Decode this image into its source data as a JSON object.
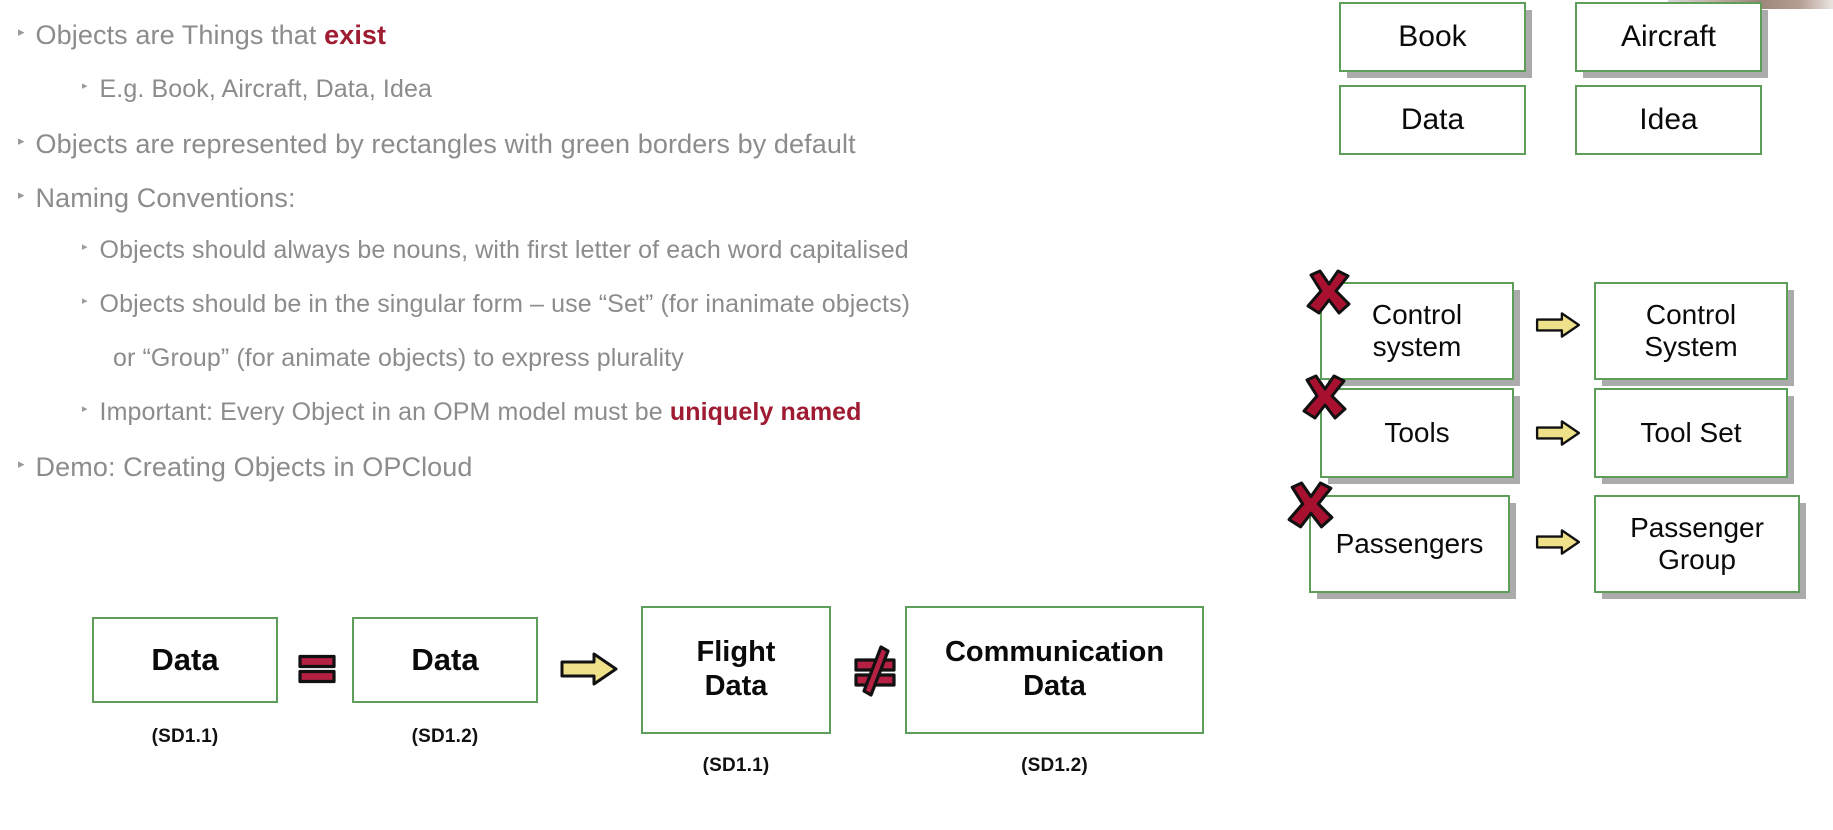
{
  "slide": {
    "colors": {
      "body_text": "#8c8c8c",
      "accent_red": "#9e1b32",
      "object_border_green": "#5f9e58",
      "arrow_yellow": "#efe08a",
      "symbol_red": "#b52043",
      "x_red": "#a8102f",
      "box_text": "#0a0a0a"
    },
    "bullets": [
      {
        "level": 1,
        "segments": [
          {
            "text": "Objects are Things that ",
            "style": "normal"
          },
          {
            "text": "exist",
            "style": "accent"
          }
        ]
      },
      {
        "level": 2,
        "segments": [
          {
            "text": "E.g. Book, Aircraft, Data, Idea",
            "style": "normal"
          }
        ]
      },
      {
        "level": 1,
        "segments": [
          {
            "text": "Objects are represented by rectangles with green borders by default",
            "style": "normal"
          }
        ]
      },
      {
        "level": 1,
        "segments": [
          {
            "text": "Naming Conventions:",
            "style": "normal"
          }
        ]
      },
      {
        "level": 2,
        "segments": [
          {
            "text": "Objects should always be nouns, with first letter of each word capitalised",
            "style": "normal"
          }
        ]
      },
      {
        "level": 2,
        "segments": [
          {
            "text": "Objects should be in the singular form – use “Set” (for inanimate objects)",
            "style": "normal"
          }
        ]
      },
      {
        "level": 2,
        "continuation": true,
        "segments": [
          {
            "text": "or “Group” (for animate objects) to express plurality",
            "style": "normal"
          }
        ]
      },
      {
        "level": 2,
        "segments": [
          {
            "text": "Important: Every Object in an OPM model must be ",
            "style": "normal"
          },
          {
            "text": "uniquely named",
            "style": "accent"
          }
        ]
      },
      {
        "level": 1,
        "segments": [
          {
            "text": "Demo: Creating Objects in OPCloud",
            "style": "normal"
          }
        ]
      }
    ],
    "bottom_diagram": {
      "boxes": [
        {
          "label": "Data",
          "caption": "(SD1.1)"
        },
        {
          "label": "Data",
          "caption": "(SD1.2)"
        },
        {
          "label": "Flight\nData",
          "caption": "(SD1.1)"
        },
        {
          "label": "Communication\nData",
          "caption": "(SD1.2)"
        }
      ],
      "symbols": [
        {
          "kind": "equals",
          "name": "equals-symbol"
        },
        {
          "kind": "arrow",
          "name": "yellow-arrow"
        },
        {
          "kind": "not-equals",
          "name": "not-equals-symbol"
        }
      ]
    },
    "examples_panel": {
      "simple_objects": [
        {
          "label": "Book",
          "shadow": true
        },
        {
          "label": "Aircraft",
          "shadow": true
        },
        {
          "label": "Data",
          "shadow": false
        },
        {
          "label": "Idea",
          "shadow": false
        }
      ],
      "naming_rows": [
        {
          "wrong": "Control\nsystem",
          "right": "Control\nSystem"
        },
        {
          "wrong": "Tools",
          "right": "Tool Set"
        },
        {
          "wrong": "Passengers",
          "right": "Passenger\nGroup"
        }
      ]
    }
  }
}
